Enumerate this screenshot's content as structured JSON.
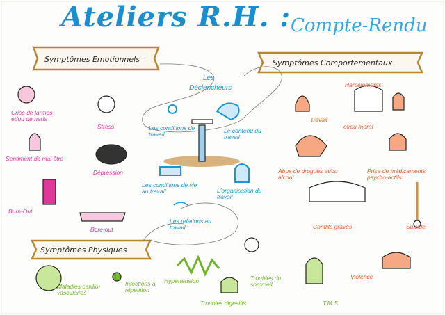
{
  "header": {
    "title": "Ateliers R.H. :",
    "subtitle": "Compte-Rendu"
  },
  "banners": {
    "emotional": "Symptômes Emotionnels",
    "behavioral": "Symptômes Comportementaux",
    "physical": "Symptômes Physiques"
  },
  "center": {
    "heading_line1": "Les",
    "heading_line2": "Déclencheurs",
    "labels": [
      "Les conditions de travail",
      "Le contenu du travail",
      "Les conditions de vie au travail",
      "L'organisation du travail",
      "Les relations au travail"
    ]
  },
  "emotional": [
    "Crise de larmes et/ou de nerfs",
    "Stress",
    "Sentiment de mal être",
    "Dépression",
    "Burn-Out",
    "Bore-out"
  ],
  "behavioral": [
    "Harcèlements",
    "Travail",
    "et/ou moral",
    "Abus de drogues et/ou alcool",
    "Prise de médicaments psycho-actifs",
    "Conflits graves",
    "Suicide",
    "Violence"
  ],
  "physical": [
    "Maladies cardio-vasculaires",
    "Infections à répétition",
    "Hypertension",
    "Troubles du sommeil",
    "Troubles digestifs",
    "T.M.S."
  ],
  "colors": {
    "pink": "#e0389a",
    "blue": "#1a95d8",
    "orange": "#ee5a2a",
    "green": "#6fb52a",
    "banner": "#b8862e"
  }
}
